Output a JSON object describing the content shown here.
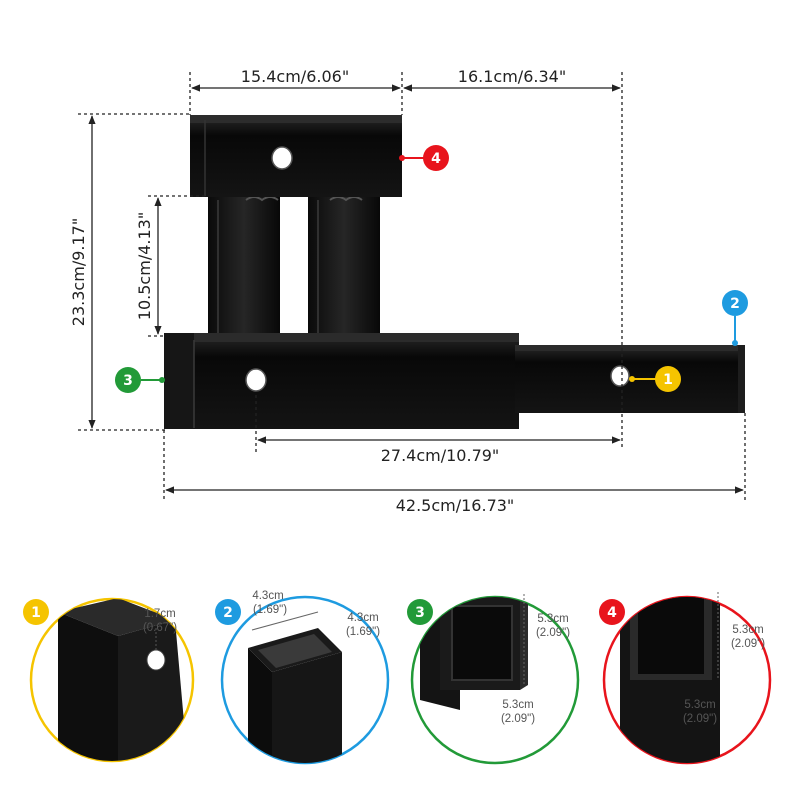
{
  "colors": {
    "marker_1": "#F5C400",
    "marker_2": "#1E9BE0",
    "marker_3": "#229A38",
    "marker_4": "#E8141C",
    "metal": "#0c0c0c",
    "dimension_line": "#222222"
  },
  "main_dimensions": {
    "top_width": "15.4cm/6.06\"",
    "top_offset": "16.1cm/6.34\"",
    "total_height": "23.3cm/9.17\"",
    "riser_height": "10.5cm/4.13\"",
    "hole_spacing": "27.4cm/10.79\"",
    "total_length": "42.5cm/16.73\""
  },
  "markers": {
    "m1": "1",
    "m2": "2",
    "m3": "3",
    "m4": "4"
  },
  "details": {
    "d1": {
      "number": "1",
      "line1": "1.7cm",
      "line2": "(0.67\")"
    },
    "d2": {
      "number": "2",
      "a1": "4.3cm",
      "a2": "(1.69\")",
      "b1": "4.3cm",
      "b2": "(1.69\")"
    },
    "d3": {
      "number": "3",
      "a1": "5.3cm",
      "a2": "(2.09\")",
      "b1": "5.3cm",
      "b2": "(2.09\")"
    },
    "d4": {
      "number": "4",
      "a1": "5.3cm",
      "a2": "(2.09\")",
      "b1": "5.3cm",
      "b2": "(2.09\")"
    }
  }
}
